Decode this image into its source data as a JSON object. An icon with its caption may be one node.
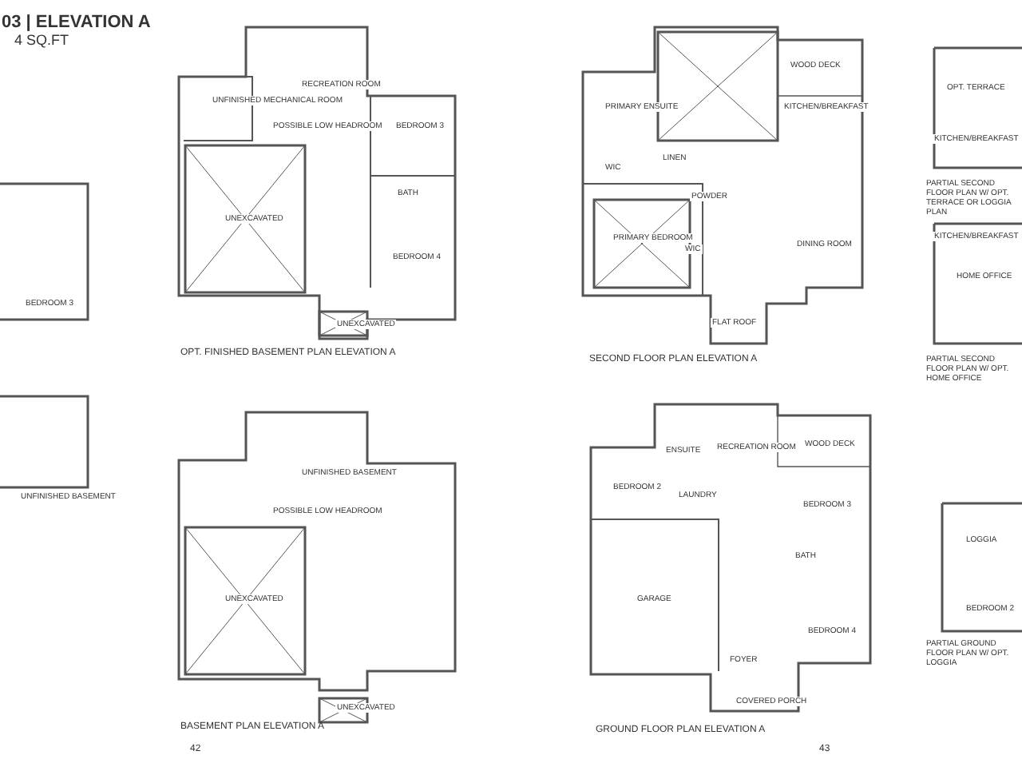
{
  "diagram": {
    "title": "03 | ELEVATION A",
    "labels": [
      "4 SQ.FT",
      "RECREATION ROOM",
      "UNFINISHED MECHANICAL ROOM",
      "POSSIBLE LOW HEADROOM",
      "BEDROOM 3",
      "BATH",
      "UNEXCAVATED",
      "BEDROOM 4",
      "UNEXCAVATED",
      "OPT. FINISHED BASEMENT PLAN ELEVATION A",
      "BEDROOM 3",
      "UNFINISHED BASEMENT",
      "UNFINISHED BASEMENT",
      "POSSIBLE LOW HEADROOM",
      "UNEXCAVATED",
      "UNEXCAVATED",
      "BASEMENT PLAN ELEVATION A",
      "42",
      "WOOD DECK",
      "KITCHEN/BREAKFAST",
      "PRIMARY ENSUITE",
      "WIC",
      "LINEN",
      "POWDER",
      "PRIMARY BEDROOM",
      "WIC",
      "DINING ROOM",
      "FLAT ROOF",
      "SECOND FLOOR PLAN ELEVATION A",
      "OPT. TERRACE",
      "KITCHEN/BREAKFAST",
      "PARTIAL SECOND FLOOR PLAN W/ OPT. TERRACE OR LOGGIA PLAN",
      "KITCHEN/BREAKFAST",
      "HOME OFFICE",
      "PARTIAL SECOND FLOOR PLAN W/ OPT. HOME OFFICE",
      "ENSUITE",
      "RECREATION ROOM",
      "WOOD DECK",
      "BEDROOM 2",
      "LAUNDRY",
      "BEDROOM 3",
      "BATH",
      "GARAGE",
      "BEDROOM 4",
      "FOYER",
      "COVERED PORCH",
      "GROUND FLOOR PLAN ELEVATION A",
      "43",
      "LOGGIA",
      "BEDROOM 2",
      "PARTIAL GROUND FLOOR PLAN W/ OPT. LOGGIA"
    ]
  }
}
